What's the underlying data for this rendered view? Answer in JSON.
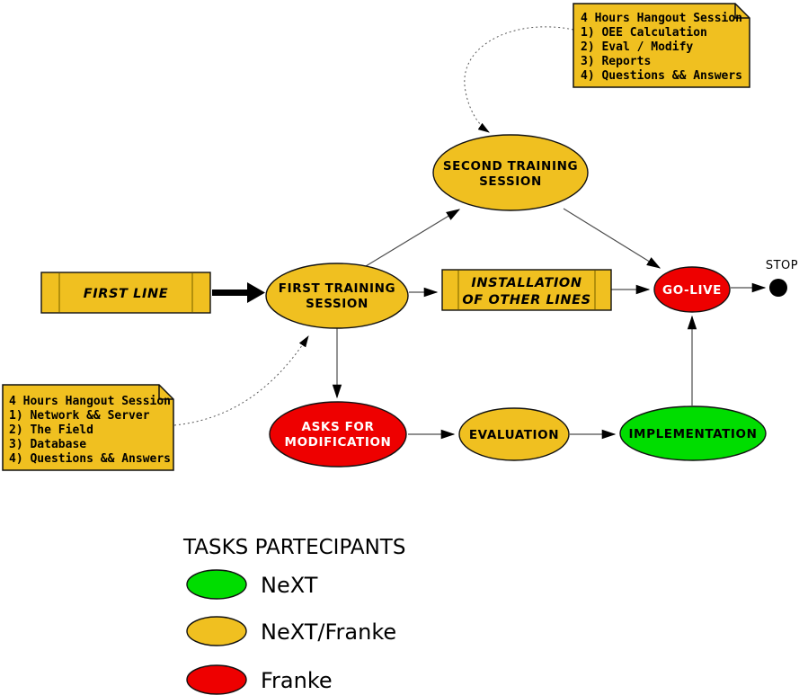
{
  "colors": {
    "yellow": "#F0C020",
    "red": "#EE0000",
    "green": "#00DD00"
  },
  "nodes": {
    "second_training": {
      "line1": "SECOND TRAINING",
      "line2": "SESSION"
    },
    "first_line": {
      "label": "FIRST LINE"
    },
    "first_training": {
      "line1": "FIRST TRAINING",
      "line2": "SESSION"
    },
    "installation": {
      "line1": "INSTALLATION",
      "line2": "OF OTHER LINES"
    },
    "go_live": {
      "label": "GO-LIVE"
    },
    "stop": {
      "label": "STOP"
    },
    "asks_for_modification": {
      "line1": "ASKS FOR",
      "line2": "MODIFICATION"
    },
    "evaluation": {
      "label": "EVALUATION"
    },
    "implementation": {
      "label": "IMPLEMENTATION"
    }
  },
  "notes": {
    "second_session": {
      "lines": [
        "4 Hours Hangout Session",
        "1) OEE Calculation",
        "2) Eval / Modify",
        "3) Reports",
        "4) Questions && Answers"
      ]
    },
    "first_session": {
      "lines": [
        "4 Hours Hangout Session",
        "1) Network && Server",
        "2) The Field",
        "3) Database",
        "4) Questions && Answers"
      ]
    }
  },
  "legend": {
    "title": "TASKS PARTECIPANTS",
    "items": [
      {
        "label": "NeXT",
        "color": "#00DD00"
      },
      {
        "label": "NeXT/Franke",
        "color": "#F0C020"
      },
      {
        "label": "Franke",
        "color": "#EE0000"
      }
    ]
  }
}
